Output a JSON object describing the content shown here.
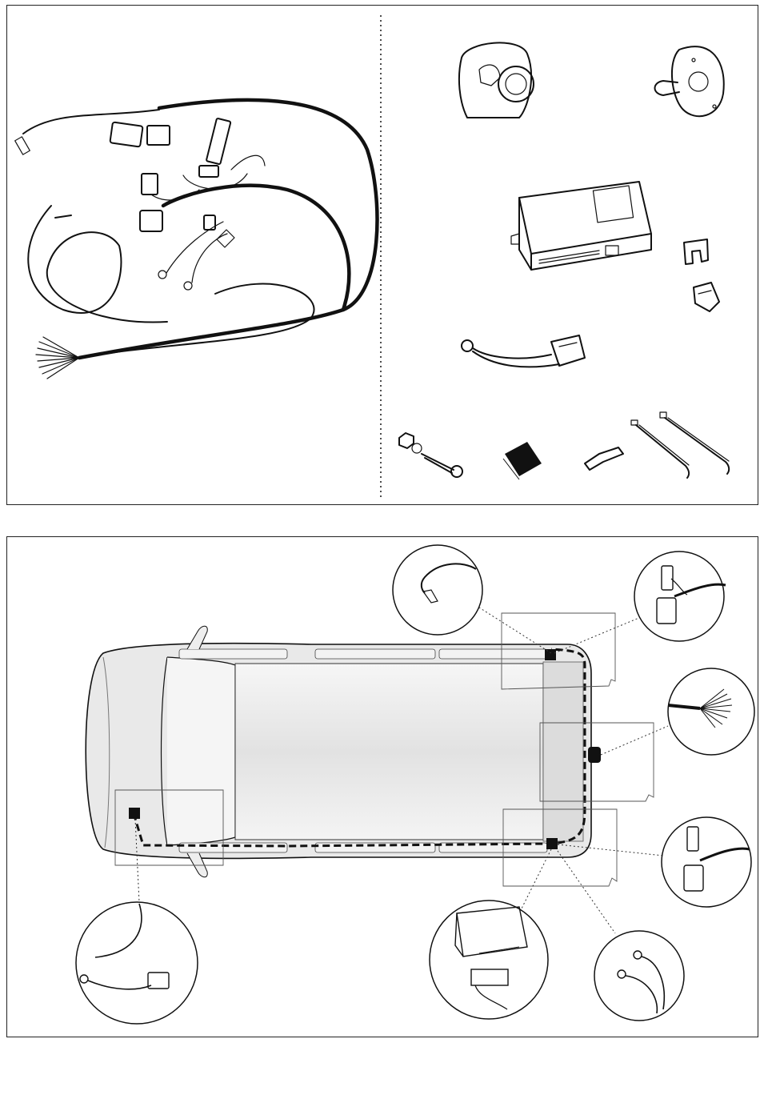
{
  "colors": {
    "ink": "#111111",
    "panel_border": "#222222",
    "van_fill": "#e9e9e9",
    "van_glass": "#f4f4f4",
    "callout_fill": "#ffffff"
  },
  "parts_panel": {
    "items": [
      {
        "id": "main-wiring-harness",
        "icon": "wire-harness-icon"
      },
      {
        "id": "trailer-socket-13pin",
        "icon": "socket-icon"
      },
      {
        "id": "socket-mounting-plate",
        "icon": "mounting-plate-icon"
      },
      {
        "id": "control-module",
        "icon": "control-module-icon"
      },
      {
        "id": "mini-fuse",
        "icon": "fuse-icon"
      },
      {
        "id": "fuse-holder",
        "icon": "fuse-holder-icon"
      },
      {
        "id": "ground-lead-with-connector",
        "icon": "ground-lead-icon"
      },
      {
        "id": "bolt-nut-washer",
        "icon": "bolt-icon"
      },
      {
        "id": "adhesive-pad",
        "icon": "adhesive-pad-icon"
      },
      {
        "id": "crimp-terminal",
        "icon": "terminal-icon"
      },
      {
        "id": "cable-tie-1",
        "icon": "cable-tie-icon"
      },
      {
        "id": "cable-tie-2",
        "icon": "cable-tie-icon"
      }
    ]
  },
  "install_panel": {
    "callouts": [
      {
        "id": "callout-rear-left-splice",
        "icon": "splice-icon"
      },
      {
        "id": "callout-rear-left-connector",
        "icon": "connector-icon"
      },
      {
        "id": "callout-socket-wires",
        "icon": "wire-bundle-icon"
      },
      {
        "id": "callout-rear-right-connector",
        "icon": "connector-icon"
      },
      {
        "id": "callout-ground-points",
        "icon": "ground-lead-icon"
      },
      {
        "id": "callout-module-mount",
        "icon": "control-module-icon"
      },
      {
        "id": "callout-front-power",
        "icon": "power-lead-icon"
      }
    ]
  }
}
